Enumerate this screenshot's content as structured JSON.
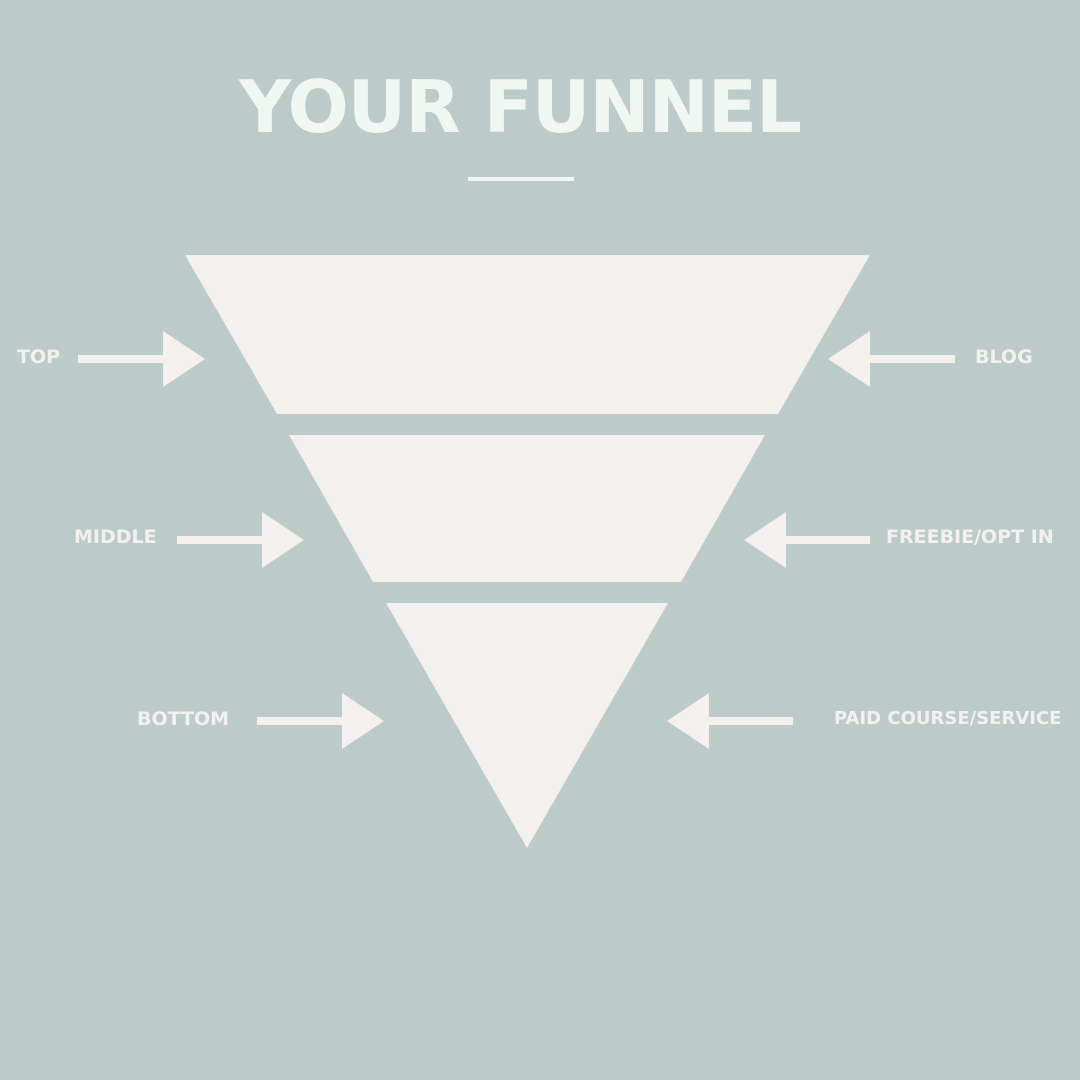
{
  "title": "YOUR FUNNEL",
  "colors": {
    "background": "#bccac9",
    "shape": "#f3f0ed",
    "title": "#f0f6f2"
  },
  "stages": [
    {
      "level": "TOP",
      "channel": "BLOG"
    },
    {
      "level": "MIDDLE",
      "channel": "FREEBIE/OPT IN"
    },
    {
      "level": "BOTTOM",
      "channel": "PAID COURSE/SERVICE"
    }
  ]
}
